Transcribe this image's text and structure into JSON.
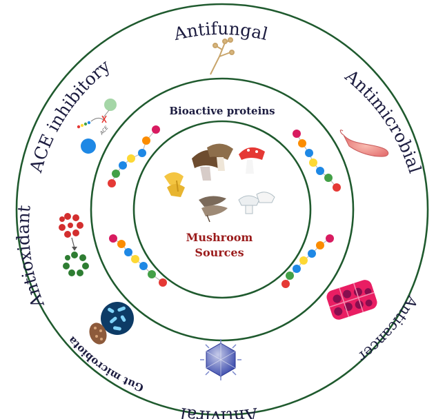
{
  "activities": {
    "antifungal": "Antifungal",
    "antimicrobial": "Antimicrobial",
    "anticancer": "Anticancer",
    "antiviral": "Antiviral",
    "gut_microbiota": "Gut microbiota",
    "antioxidant": "Antioxidant",
    "ace_inhibitory": "ACE inhibitory"
  },
  "middle_ring": {
    "heading": "Bioactive proteins"
  },
  "center": {
    "line1": "Mushroom",
    "line2": "Sources"
  },
  "ace_icon": {
    "label": "ACE"
  },
  "icons": {
    "antifungal": "fungal-spore-icon",
    "antimicrobial": "bacterium-icon",
    "anticancer": "cancer-cells-icon",
    "antiviral": "virus-icon",
    "gut_microbiota": "gut-microbiota-icon",
    "antioxidant": "antioxidant-molecule-icon",
    "ace_inhibitory": "ace-inhibition-icon",
    "peptide_chain": "peptide-chain-icon",
    "mushrooms": "mushroom-icon"
  },
  "colors": {
    "ring": "#1f5a2e",
    "center_text": "#9b1c1c",
    "label_text": "#1c1c40",
    "peptide_beads": [
      "#d81b60",
      "#fb8c00",
      "#1e88e5",
      "#fdd835",
      "#43a047",
      "#e53935"
    ]
  }
}
